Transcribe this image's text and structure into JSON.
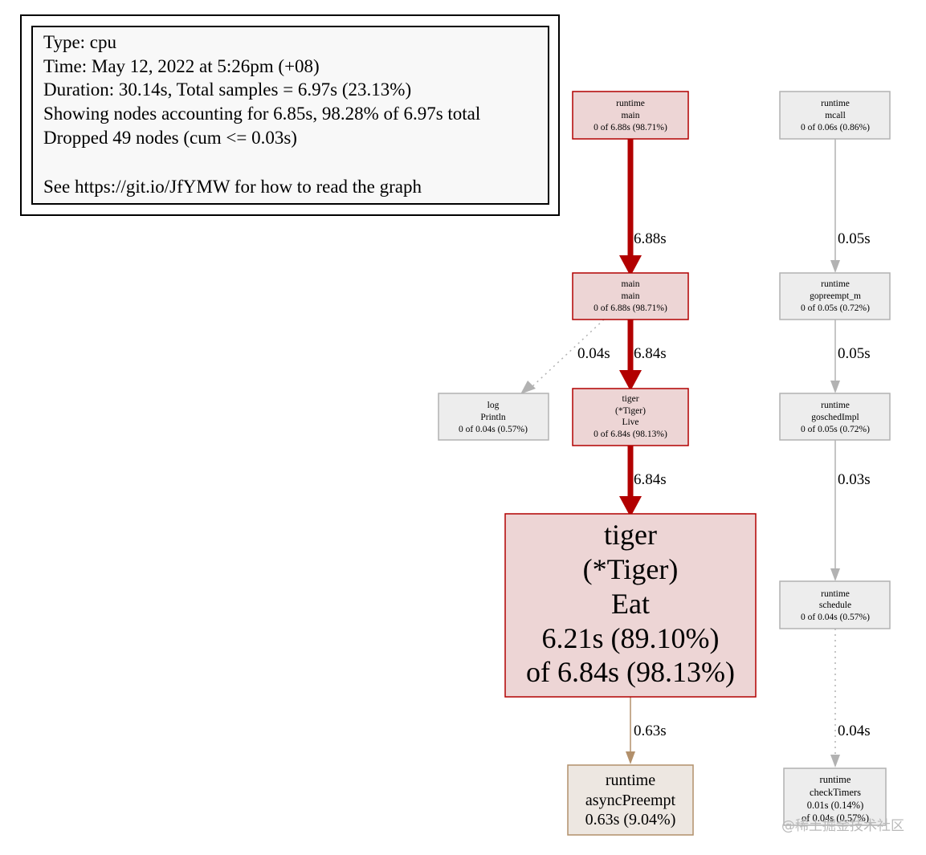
{
  "legend": {
    "lines": [
      "Type: cpu",
      "Time: May 12, 2022 at 5:26pm (+08)",
      "Duration: 30.14s, Total samples = 6.97s (23.13%)",
      "Showing nodes accounting for 6.85s, 98.28% of 6.97s total",
      "Dropped 49 nodes (cum <= 0.03s)",
      "",
      "See https://git.io/JfYMW for how to read the graph"
    ]
  },
  "colors": {
    "hot_fill": "#edd5d5",
    "hot_stroke": "#b20000",
    "hot_edge": "#b20000",
    "warm_fill": "#ede7e1",
    "warm_stroke": "#b2906b",
    "warm_edge": "#b2906b",
    "cold_fill": "#ededed",
    "cold_stroke": "#b2b2b2",
    "cold_edge": "#b2b2b2"
  },
  "nodes": {
    "runtime_main": {
      "lines": [
        "runtime",
        "main",
        "0 of 6.88s (98.71%)"
      ]
    },
    "main_main": {
      "lines": [
        "main",
        "main",
        "0 of 6.88s (98.71%)"
      ]
    },
    "log_println": {
      "lines": [
        "log",
        "Println",
        "0 of 0.04s (0.57%)"
      ]
    },
    "tiger_live": {
      "lines": [
        "tiger",
        "(*Tiger)",
        "Live",
        "0 of 6.84s (98.13%)"
      ]
    },
    "tiger_eat": {
      "lines": [
        "tiger",
        "(*Tiger)",
        "Eat",
        "6.21s (89.10%)",
        "of 6.84s (98.13%)"
      ]
    },
    "async_preempt": {
      "lines": [
        "runtime",
        "asyncPreempt",
        "0.63s (9.04%)"
      ]
    },
    "runtime_mcall": {
      "lines": [
        "runtime",
        "mcall",
        "0 of 0.06s (0.86%)"
      ]
    },
    "gopreempt": {
      "lines": [
        "runtime",
        "gopreempt_m",
        "0 of 0.05s (0.72%)"
      ]
    },
    "gosched": {
      "lines": [
        "runtime",
        "goschedImpl",
        "0 of 0.05s (0.72%)"
      ]
    },
    "schedule": {
      "lines": [
        "runtime",
        "schedule",
        "0 of 0.04s (0.57%)"
      ]
    },
    "check_timers": {
      "lines": [
        "runtime",
        "checkTimers",
        "0.01s (0.14%)",
        "of 0.04s (0.57%)"
      ]
    }
  },
  "edges": {
    "main_to_mainmain": "6.88s",
    "mainmain_to_log": "0.04s",
    "mainmain_to_live": "6.84s",
    "live_to_eat": "6.84s",
    "eat_to_async": "0.63s",
    "mcall_to_gopreempt": "0.05s",
    "gopreempt_to_gosched": "0.05s",
    "gosched_to_schedule": "0.03s",
    "schedule_to_checktimers": "0.04s"
  },
  "watermark": "@稀土掘金技术社区"
}
